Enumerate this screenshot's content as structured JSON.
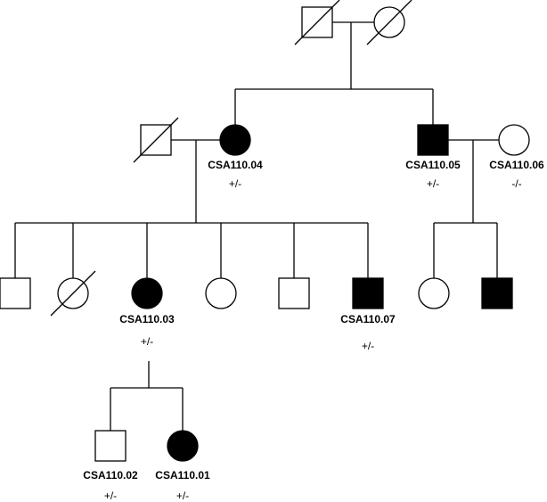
{
  "colors": {
    "affected": "#000000",
    "unaffected": "#ffffff",
    "line": "#000000"
  },
  "individuals": [
    {
      "key": "gen1-father",
      "sex": "male",
      "affected": false,
      "deceased": true
    },
    {
      "key": "gen1-mother",
      "sex": "female",
      "affected": false,
      "deceased": true
    },
    {
      "key": "gen2-spouse",
      "sex": "male",
      "affected": false,
      "deceased": true
    },
    {
      "key": "gen2-daughter",
      "sex": "female",
      "affected": true,
      "deceased": false,
      "id": "CSA110.04",
      "genotype": "+/-"
    },
    {
      "key": "gen2-son",
      "sex": "male",
      "affected": true,
      "deceased": false,
      "id": "CSA110.05",
      "genotype": "+/-"
    },
    {
      "key": "gen2-son-spouse",
      "sex": "female",
      "affected": false,
      "deceased": false,
      "id": "CSA110.06",
      "genotype": "-/-"
    },
    {
      "key": "gen3-child-1",
      "sex": "male",
      "affected": false,
      "deceased": false
    },
    {
      "key": "gen3-child-2",
      "sex": "female",
      "affected": false,
      "deceased": true
    },
    {
      "key": "gen3-child-3",
      "sex": "female",
      "affected": true,
      "deceased": false,
      "id": "CSA110.03",
      "genotype": "+/-"
    },
    {
      "key": "gen3-child-4",
      "sex": "female",
      "affected": false,
      "deceased": false
    },
    {
      "key": "gen3-child-5",
      "sex": "male",
      "affected": false,
      "deceased": false
    },
    {
      "key": "gen3-child-6",
      "sex": "male",
      "affected": true,
      "deceased": false,
      "id": "CSA110.07",
      "genotype": "+/-"
    },
    {
      "key": "gen3-child-7",
      "sex": "female",
      "affected": false,
      "deceased": false
    },
    {
      "key": "gen3-child-8",
      "sex": "male",
      "affected": true,
      "deceased": false
    },
    {
      "key": "gen4-child-1",
      "sex": "male",
      "affected": false,
      "deceased": false,
      "id": "CSA110.02",
      "genotype": "+/-"
    },
    {
      "key": "gen4-child-2",
      "sex": "female",
      "affected": true,
      "deceased": false,
      "id": "CSA110.01",
      "genotype": "+/-"
    }
  ]
}
